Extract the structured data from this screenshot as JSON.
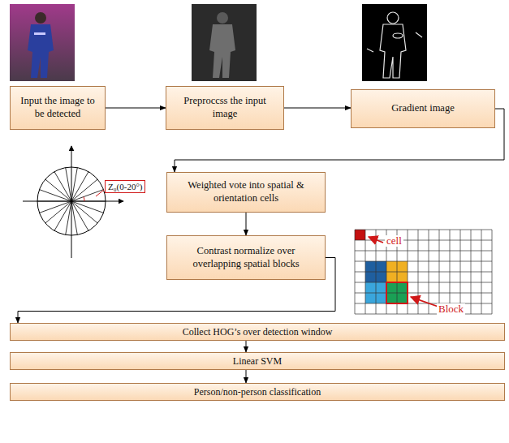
{
  "diagram": {
    "nodes": [
      {
        "text": [
          "Input the image to be detected"
        ]
      },
      {
        "text": [
          "Preproccss the input image"
        ]
      },
      {
        "text": [
          "Gradient image"
        ]
      },
      {
        "text": [
          "Weighted vote into spatial & orientation cells"
        ]
      },
      {
        "text": [
          "Contrast normalize over overlapping spatial blocks"
        ]
      },
      {
        "text": [
          "Collect HOG’s over detection window"
        ]
      },
      {
        "text": [
          "Linear SVM"
        ]
      },
      {
        "text": [
          "Person/non-person classification"
        ]
      }
    ],
    "edges": [
      {
        "from": 0,
        "to": 1,
        "arrow": "to"
      },
      {
        "from": 1,
        "to": 2,
        "arrow": "to"
      },
      {
        "from": 2,
        "to": 3,
        "arrow": "to"
      },
      {
        "from": 3,
        "to": 4,
        "arrow": "to"
      },
      {
        "from": 4,
        "to": 5,
        "arrow": "to"
      },
      {
        "from": 5,
        "to": 6,
        "arrow": "to"
      },
      {
        "from": 6,
        "to": 7,
        "arrow": "to"
      }
    ],
    "labels": [
      "Z₀(0-20°)",
      "cell",
      "Block"
    ]
  }
}
